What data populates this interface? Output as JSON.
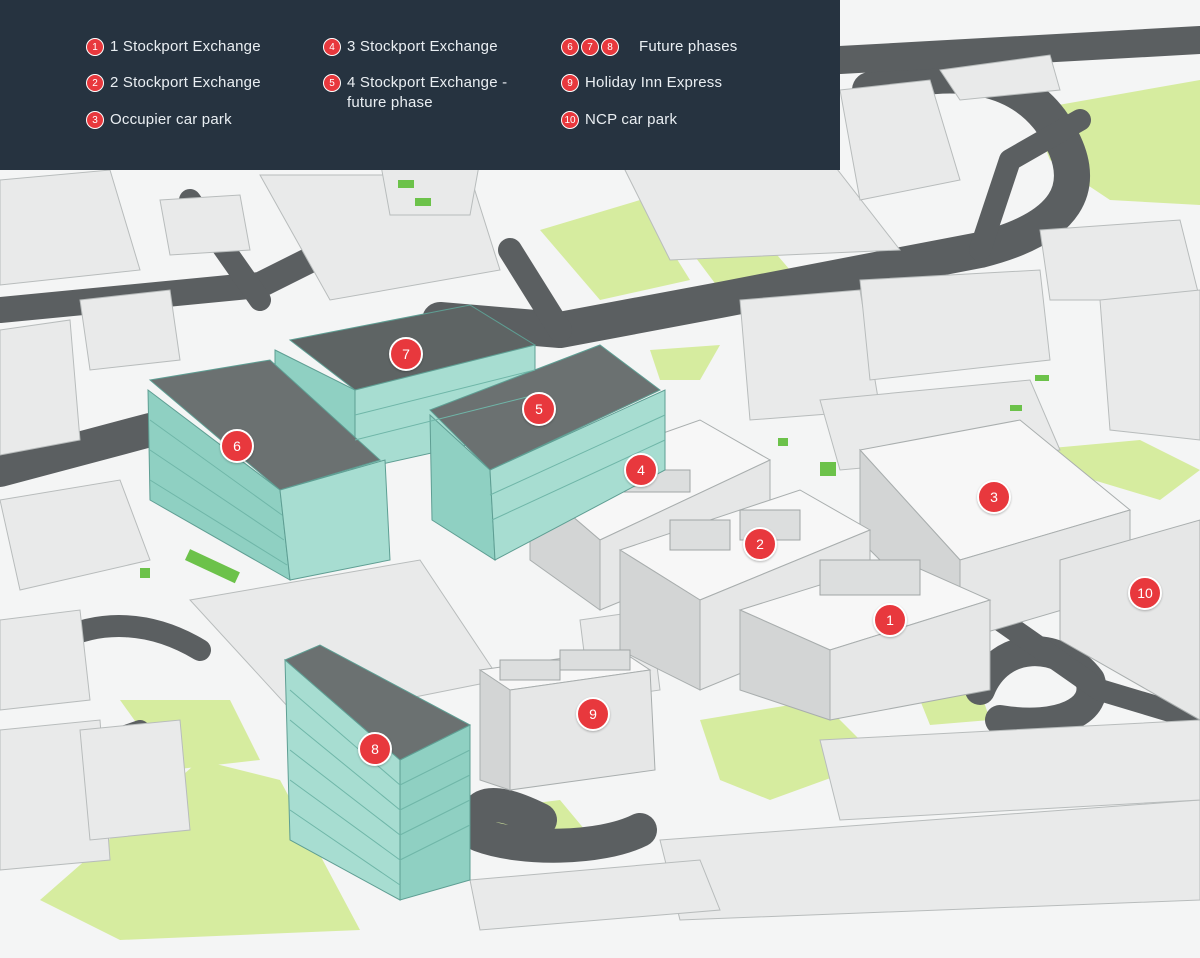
{
  "legend": {
    "items": [
      {
        "badges": [
          "1"
        ],
        "label": "1 Stockport Exchange"
      },
      {
        "badges": [
          "2"
        ],
        "label": "2 Stockport Exchange"
      },
      {
        "badges": [
          "3"
        ],
        "label": "Occupier car park"
      },
      {
        "badges": [
          "4"
        ],
        "label": "3 Stockport Exchange"
      },
      {
        "badges": [
          "5"
        ],
        "label": "4 Stockport Exchange -\nfuture phase"
      },
      {
        "badges": [
          "6",
          "7",
          "8"
        ],
        "label": "Future phases"
      },
      {
        "badges": [
          "9"
        ],
        "label": "Holiday Inn Express"
      },
      {
        "badges": [
          "10"
        ],
        "label": "NCP car park"
      }
    ]
  },
  "markers": [
    "1",
    "2",
    "3",
    "4",
    "5",
    "6",
    "7",
    "8",
    "9",
    "10"
  ],
  "colors": {
    "legend_bg": "#263340",
    "marker": "#e8383d",
    "building": "#e9eaea",
    "building_shade": "#cfd1d1",
    "road": "#5b5f61",
    "green": "#d6ec9f",
    "glass": "#9fd9cc"
  }
}
